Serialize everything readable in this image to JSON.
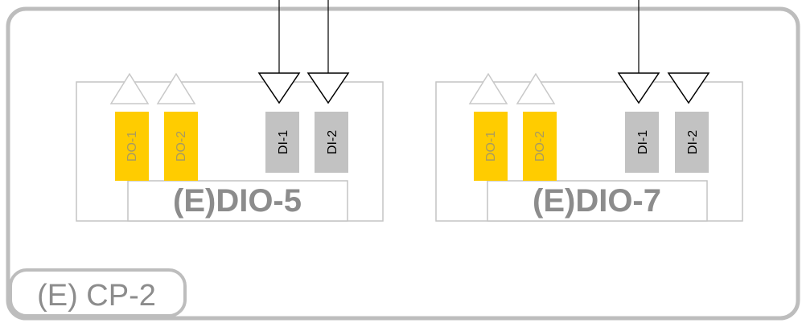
{
  "panel": {
    "label": "(E) CP-2",
    "colors": {
      "frame": "#bdbdbd",
      "label": "#8c8c8c"
    }
  },
  "modules": [
    {
      "label": "(E)DIO-5",
      "outputs": [
        "DO-1",
        "DO-2"
      ],
      "inputs": [
        "DI-1",
        "DI-2"
      ],
      "wired_inputs": [
        "DI-1",
        "DI-2"
      ]
    },
    {
      "label": "(E)DIO-7",
      "outputs": [
        "DO-1",
        "DO-2"
      ],
      "inputs": [
        "DI-1",
        "DI-2"
      ],
      "wired_inputs": [
        "DI-1"
      ]
    }
  ],
  "colors": {
    "digital_output": "#ffcc00",
    "digital_input": "#c2c2c2",
    "module_outline": "#c4c4c4",
    "wire": "#000000"
  },
  "icons": {
    "output_marker": "triangle-up-icon",
    "input_marker": "triangle-down-icon"
  }
}
